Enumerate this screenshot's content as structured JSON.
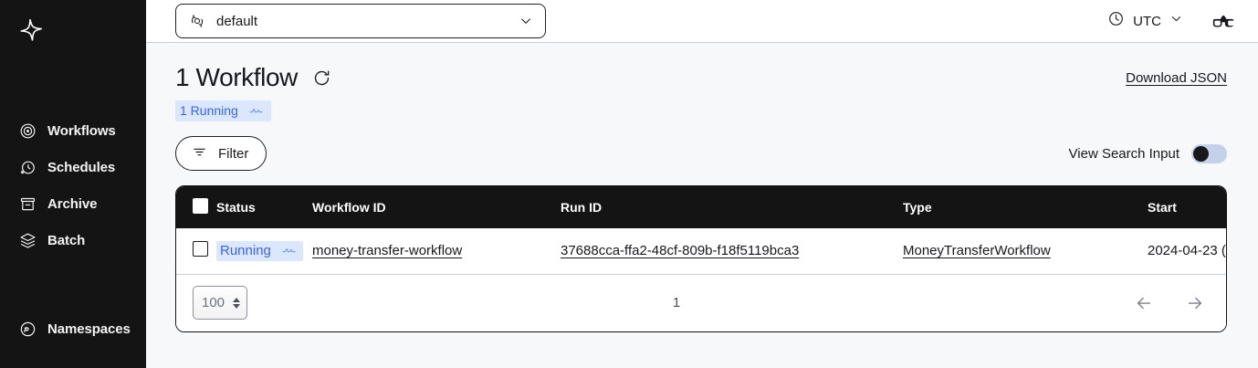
{
  "sidebar": {
    "logo_icon": "temporal-logo-icon",
    "items": [
      {
        "label": "Workflows",
        "icon": "workflows-icon"
      },
      {
        "label": "Schedules",
        "icon": "schedules-icon"
      },
      {
        "label": "Archive",
        "icon": "archive-icon"
      },
      {
        "label": "Batch",
        "icon": "batch-icon"
      }
    ],
    "bottom_items": [
      {
        "label": "Namespaces",
        "icon": "namespaces-icon"
      }
    ]
  },
  "topbar": {
    "namespace_value": "default",
    "namespace_icon": "namespace-icon",
    "namespace_chevron": "chevron-down-icon",
    "timezone_label": "UTC",
    "clock_icon": "clock-icon",
    "timezone_chevron": "chevron-down-icon",
    "glasses_icon": "glasses-icon"
  },
  "header": {
    "title": "1 Workflow",
    "refresh_icon": "refresh-icon",
    "download_label": "Download JSON",
    "status_badge": {
      "label": "1 Running",
      "icon": "pulse-icon",
      "text_color": "#3b64e4",
      "bg_color": "#dbe7ff"
    }
  },
  "controls": {
    "filter_label": "Filter",
    "filter_icon": "filter-icon",
    "view_search_label": "View Search Input",
    "view_search_enabled": false
  },
  "table": {
    "columns": [
      "Status",
      "Workflow ID",
      "Run ID",
      "Type",
      "Start"
    ],
    "rows": [
      {
        "status": "Running",
        "status_icon": "pulse-icon",
        "workflow_id": "money-transfer-workflow",
        "run_id": "37688cca-ffa2-48cf-809b-f18f5119bca3",
        "type": "MoneyTransferWorkflow",
        "start": "2024-04-23 ("
      }
    ]
  },
  "pagination": {
    "page_size": "100",
    "page_number": "1",
    "prev_icon": "arrow-left-icon",
    "next_icon": "arrow-right-icon"
  }
}
